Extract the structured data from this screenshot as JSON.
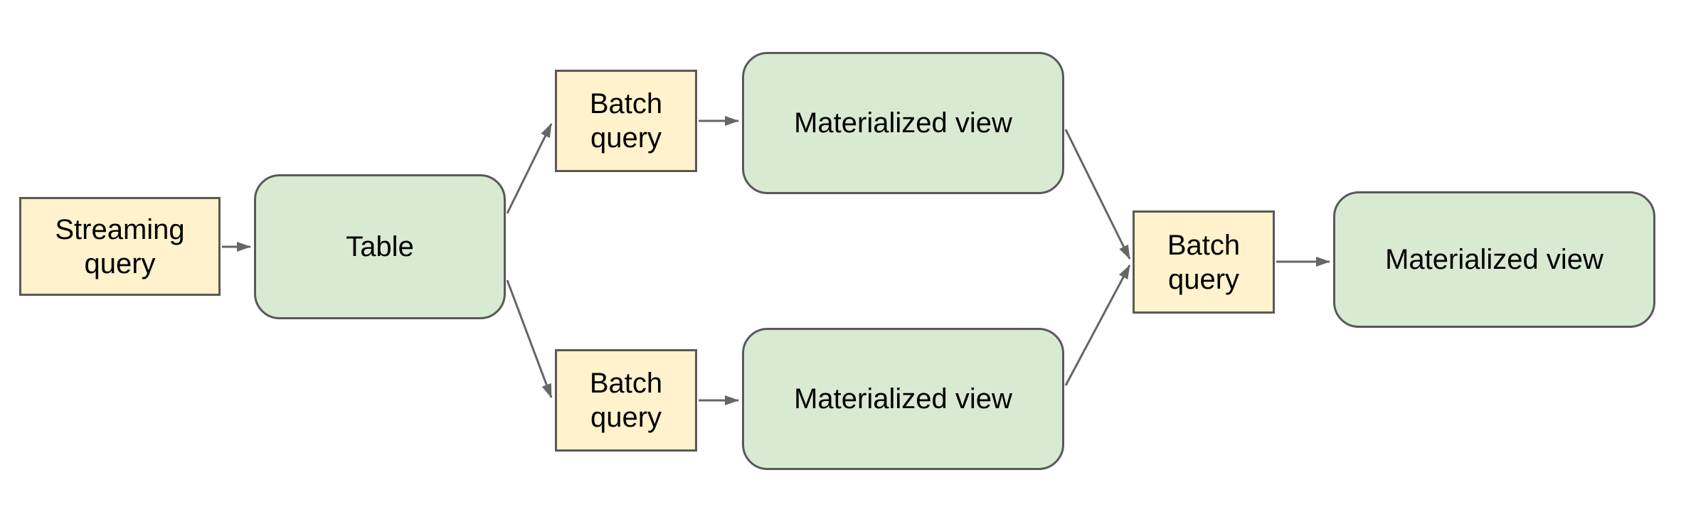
{
  "diagram": {
    "colors": {
      "background": "#ffffff",
      "query_fill": "#fff2cc",
      "green_fill": "#d9ead3",
      "shape_border": "#595959",
      "arrow": "#666666",
      "text": "#000000"
    },
    "nodes": {
      "streaming_query": {
        "label": "Streaming query",
        "type": "query"
      },
      "table": {
        "label": "Table",
        "type": "table"
      },
      "batch_query_top": {
        "label": "Batch query",
        "type": "query"
      },
      "materialized_view_top": {
        "label": "Materialized view",
        "type": "materialized_view"
      },
      "batch_query_bottom": {
        "label": "Batch query",
        "type": "query"
      },
      "materialized_view_bottom": {
        "label": "Materialized view",
        "type": "materialized_view"
      },
      "batch_query_final": {
        "label": "Batch query",
        "type": "query"
      },
      "materialized_view_final": {
        "label": "Materialized view",
        "type": "materialized_view"
      }
    },
    "edges": [
      {
        "from": "streaming_query",
        "to": "table"
      },
      {
        "from": "table",
        "to": "batch_query_top"
      },
      {
        "from": "batch_query_top",
        "to": "materialized_view_top"
      },
      {
        "from": "table",
        "to": "batch_query_bottom"
      },
      {
        "from": "batch_query_bottom",
        "to": "materialized_view_bottom"
      },
      {
        "from": "materialized_view_top",
        "to": "batch_query_final"
      },
      {
        "from": "materialized_view_bottom",
        "to": "batch_query_final"
      },
      {
        "from": "batch_query_final",
        "to": "materialized_view_final"
      }
    ]
  }
}
